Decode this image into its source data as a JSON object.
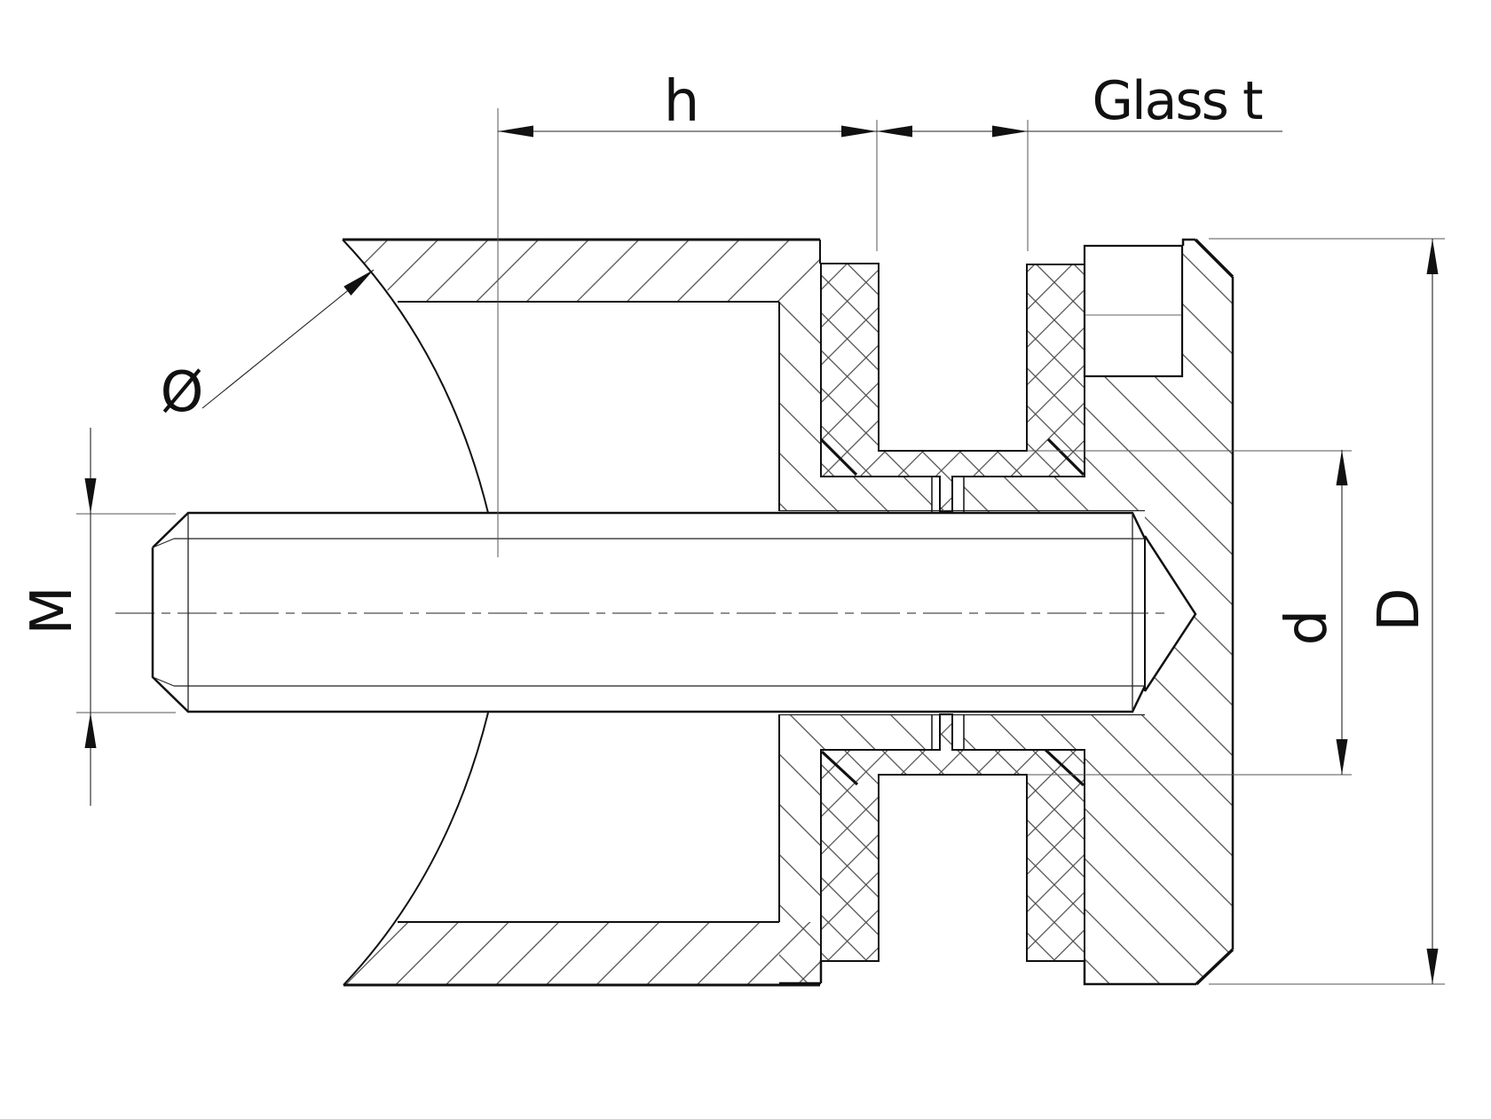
{
  "drawing": {
    "kind": "technical-section-drawing",
    "subject": "glass-clamp-on-round-post-cross-section"
  },
  "labels": {
    "h": "h",
    "glass_thickness": "Glass t",
    "thread_size": "M",
    "inner_diameter": "d",
    "outer_diameter": "D",
    "diameter_symbol": "Ø"
  },
  "colors": {
    "background": "#ffffff",
    "outline": "#111111",
    "hatch": "#4a4a4a",
    "dimension_line": "#222222",
    "extension_line": "#555555"
  }
}
